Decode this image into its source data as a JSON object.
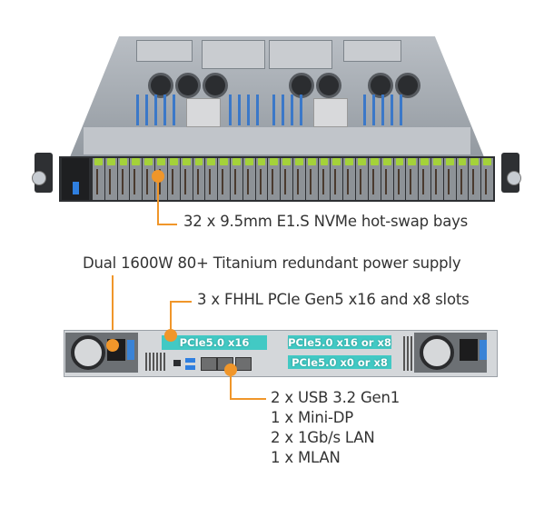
{
  "front_view": {
    "callout": "32 x 9.5mm E1.S NVMe hot-swap bays",
    "bay_count": 32,
    "bay_accent_color": "#a4d23a"
  },
  "rear_view": {
    "psu_callout": "Dual 1600W  80+ Titanium redundant power supply",
    "pcie_callout": "3 x FHHL PCIe Gen5 x16 and x8 slots",
    "pcie_slots": [
      {
        "label": "PCIe5.0 x16"
      },
      {
        "label": "PCIe5.0 x16 or x8"
      },
      {
        "label": "PCIe5.0 x0 or x8"
      }
    ],
    "io_callout_lines": [
      "2 x USB 3.2 Gen1",
      "1 x Mini-DP",
      "2 x 1Gb/s LAN",
      "1 x MLAN"
    ]
  },
  "colors": {
    "leader": "#f0962a",
    "pcie_highlight": "#42c9c4",
    "text": "#333333"
  }
}
